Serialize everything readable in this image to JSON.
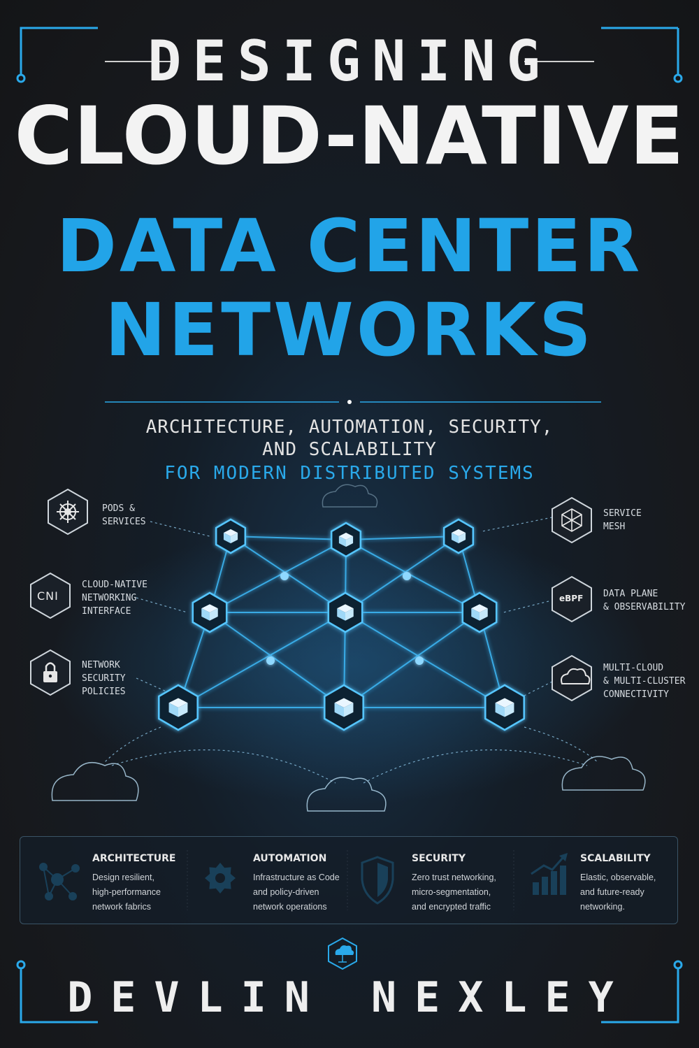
{
  "title": {
    "line1": "DESIGNING",
    "line2": "CLOUD-NATIVE",
    "line3": "DATA CENTER",
    "line4": "NETWORKS"
  },
  "subtitle": {
    "line1": "ARCHITECTURE, AUTOMATION, SECURITY,",
    "line2": "AND SCALABILITY",
    "line3": "FOR MODERN DISTRIBUTED SYSTEMS"
  },
  "left_labels": [
    {
      "icon": "helm-wheel-icon",
      "text": "PODS &\nSERVICES"
    },
    {
      "icon": "cni-icon",
      "icon_text": "CNI",
      "text": "CLOUD-NATIVE\nNETWORKING\nINTERFACE"
    },
    {
      "icon": "lock-icon",
      "text": "NETWORK\nSECURITY\nPOLICIES"
    }
  ],
  "right_labels": [
    {
      "icon": "mesh-icon",
      "text": "SERVICE\nMESH"
    },
    {
      "icon": "ebpf-icon",
      "icon_text": "eBPF",
      "text": "DATA PLANE\n& OBSERVABILITY"
    },
    {
      "icon": "cloud-icon",
      "text": "MULTI-CLOUD\n& MULTI-CLUSTER\nCONNECTIVITY"
    }
  ],
  "features": [
    {
      "icon": "network-graph-icon",
      "title": "ARCHITECTURE",
      "desc": "Design resilient,\nhigh-performance\nnetwork fabrics"
    },
    {
      "icon": "gear-icon",
      "title": "AUTOMATION",
      "desc": "Infrastructure as Code\nand policy-driven\nnetwork operations"
    },
    {
      "icon": "shield-icon",
      "title": "SECURITY",
      "desc": "Zero trust networking,\nmicro-segmentation,\nand encrypted traffic"
    },
    {
      "icon": "bar-chart-growth-icon",
      "title": "SCALABILITY",
      "desc": "Elastic, observable,\nand future-ready\nnetworking."
    }
  ],
  "author": "DEVLIN NEXLEY",
  "colors": {
    "background": "#17191d",
    "accent_blue": "#22a4e8",
    "title_white": "#f3f3f3"
  }
}
